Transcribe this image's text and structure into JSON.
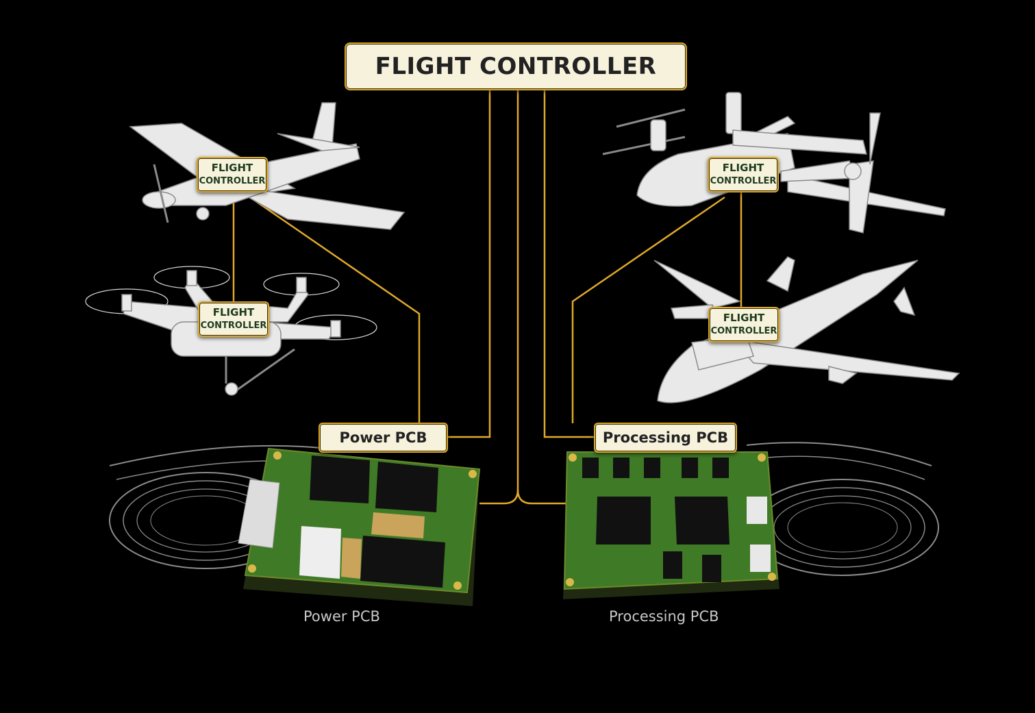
{
  "main_title": "FLIGHT CONTROLLER",
  "fc_label_line1": "FLIGHT",
  "fc_label_line2": "CONTROLLER",
  "vehicles": [
    {
      "name": "fixed-wing-plane"
    },
    {
      "name": "quadcopter"
    },
    {
      "name": "vtol-tiltrotor"
    },
    {
      "name": "jet-aircraft"
    }
  ],
  "boards": {
    "power": {
      "label": "Power PCB",
      "caption": "Power PCB"
    },
    "processing": {
      "label": "Processing PCB",
      "caption": "Processing PCB"
    }
  },
  "colors": {
    "wire": "#e0a92a",
    "label_bg": "#f7f2dc",
    "pcb_green": "#3f7a26",
    "background": "#000000"
  }
}
